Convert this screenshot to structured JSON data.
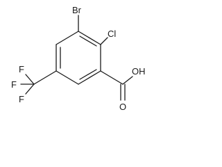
{
  "molecule": {
    "atom_labels": {
      "bromine": "Br",
      "chlorine": "Cl",
      "hydroxyl": "OH",
      "carbonyl_oxygen": "O",
      "fluorine_top": "F",
      "fluorine_left": "F",
      "fluorine_bottom": "F"
    }
  }
}
